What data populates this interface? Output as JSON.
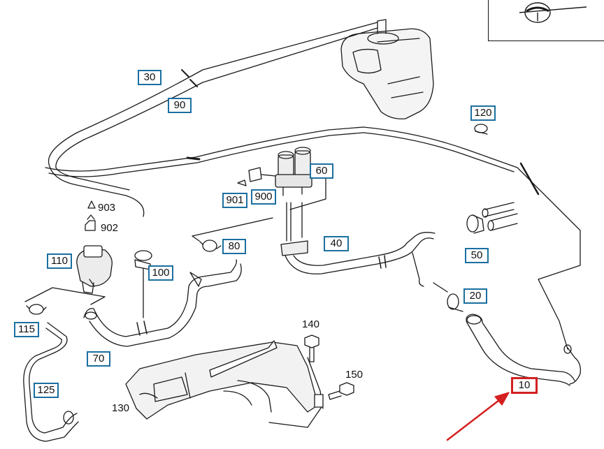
{
  "parts": [
    {
      "id": "30",
      "label": "30",
      "boxed": true,
      "selected": false
    },
    {
      "id": "90",
      "label": "90",
      "boxed": true,
      "selected": false
    },
    {
      "id": "120",
      "label": "120",
      "boxed": true,
      "selected": false
    },
    {
      "id": "60",
      "label": "60",
      "boxed": true,
      "selected": false
    },
    {
      "id": "901",
      "label": "901",
      "boxed": true,
      "selected": false
    },
    {
      "id": "900",
      "label": "900",
      "boxed": true,
      "selected": false
    },
    {
      "id": "903",
      "label": "903",
      "boxed": false,
      "selected": false
    },
    {
      "id": "902",
      "label": "902",
      "boxed": false,
      "selected": false
    },
    {
      "id": "110",
      "label": "110",
      "boxed": true,
      "selected": false
    },
    {
      "id": "100",
      "label": "100",
      "boxed": true,
      "selected": false
    },
    {
      "id": "80",
      "label": "80",
      "boxed": true,
      "selected": false
    },
    {
      "id": "40",
      "label": "40",
      "boxed": true,
      "selected": false
    },
    {
      "id": "50",
      "label": "50",
      "boxed": true,
      "selected": false
    },
    {
      "id": "20",
      "label": "20",
      "boxed": true,
      "selected": false
    },
    {
      "id": "115",
      "label": "115",
      "boxed": true,
      "selected": false
    },
    {
      "id": "70",
      "label": "70",
      "boxed": true,
      "selected": false
    },
    {
      "id": "125",
      "label": "125",
      "boxed": true,
      "selected": false
    },
    {
      "id": "140",
      "label": "140",
      "boxed": false,
      "selected": false
    },
    {
      "id": "150",
      "label": "150",
      "boxed": false,
      "selected": false
    },
    {
      "id": "130",
      "label": "130",
      "boxed": false,
      "selected": false
    },
    {
      "id": "10",
      "label": "10",
      "boxed": true,
      "selected": true
    }
  ],
  "colors": {
    "line": "#1a1a1a",
    "callout_border": "#1b6fa0",
    "highlight": "#d42020",
    "background": "#ffffff"
  },
  "icons": {
    "thumbnail": "vehicle-thumbnail-icon",
    "pointer": "red-arrow-icon"
  }
}
